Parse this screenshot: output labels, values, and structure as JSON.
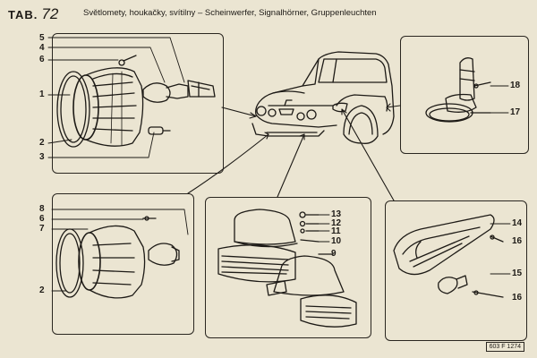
{
  "header": {
    "tab": "TAB.",
    "number": "72",
    "title": "Světlomety, houkačky, svítilny – Scheinwerfer, Signalhörner, Gruppenleuchten"
  },
  "labels": {
    "p1": [
      "5",
      "4",
      "6",
      "1",
      "2",
      "3"
    ],
    "p2": [
      "8",
      "6",
      "7",
      "2"
    ],
    "p3": [
      "13",
      "12",
      "11",
      "10",
      "9"
    ],
    "p4": [
      "14",
      "16",
      "15",
      "16"
    ],
    "p5": [
      "18",
      "17"
    ]
  },
  "code": "603 F 1274"
}
